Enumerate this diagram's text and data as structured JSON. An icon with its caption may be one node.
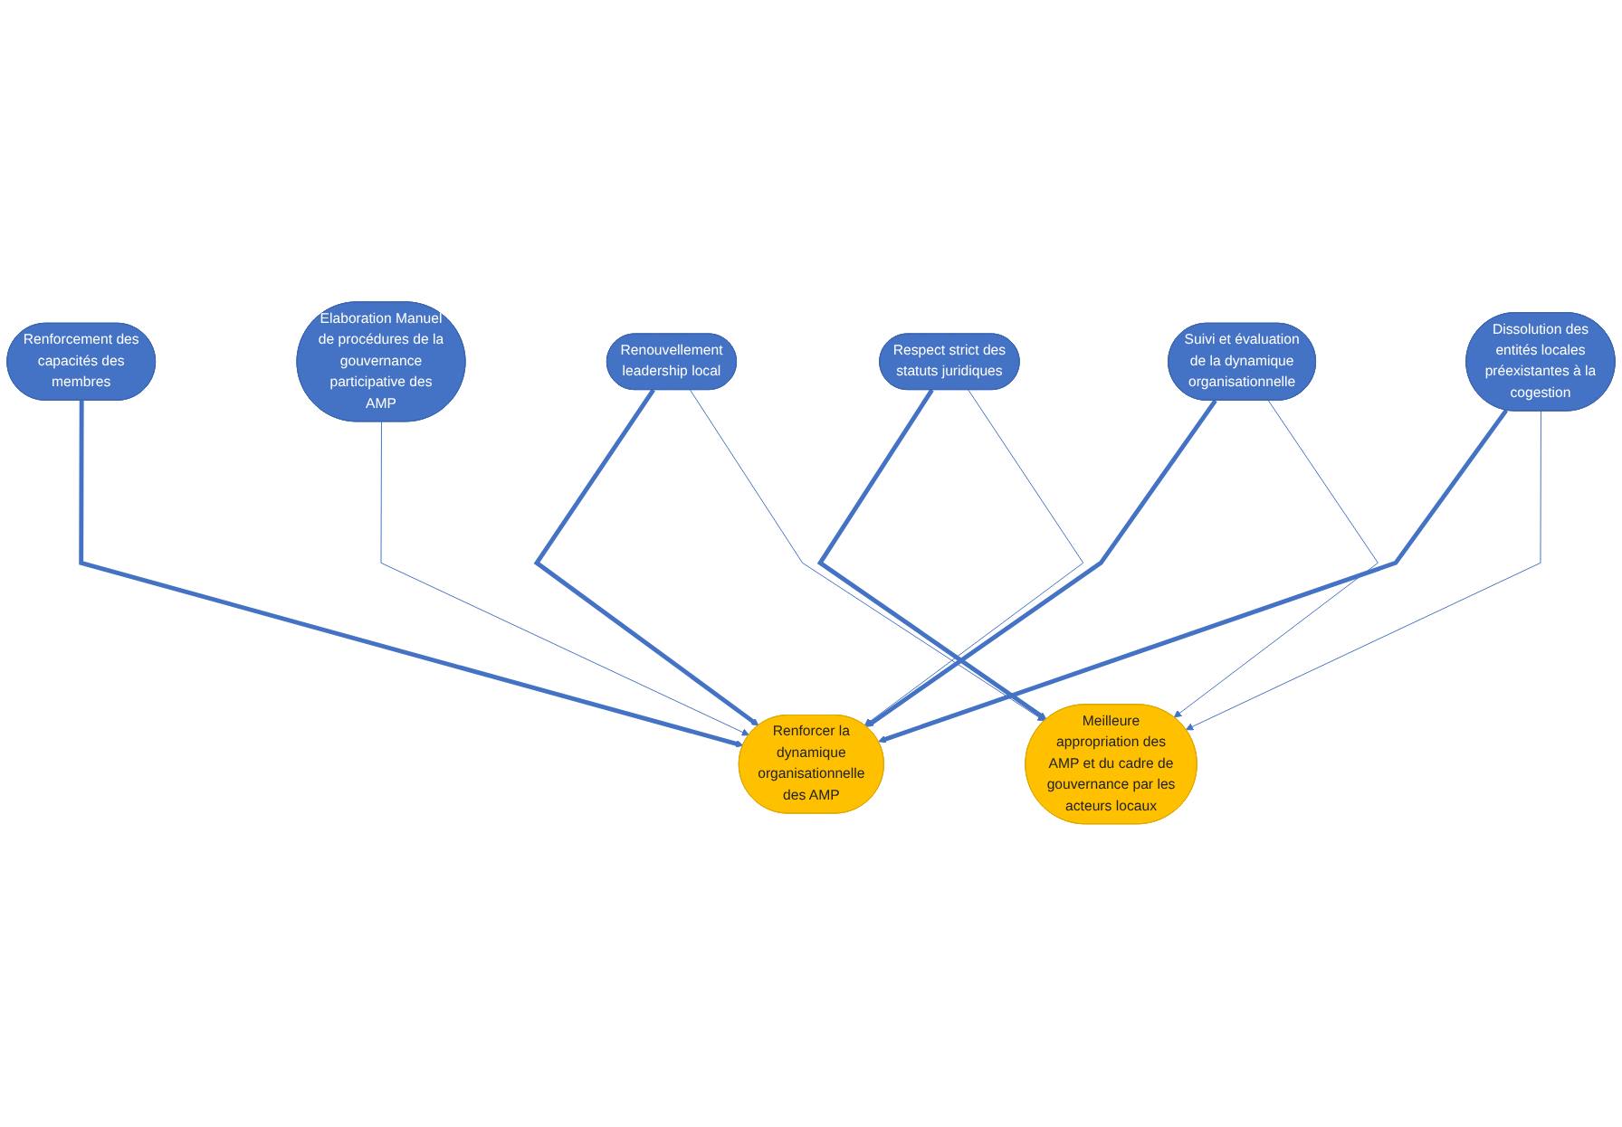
{
  "diagram": {
    "nodes": [
      {
        "text": [
          "Renforcement des capacités des membres"
        ]
      },
      {
        "text": [
          "Renforcer la dynamique organisationnelle des AMP"
        ]
      },
      {
        "text": [
          "Renouvellement leadership local"
        ]
      },
      {
        "text": [
          "Respect strict des statuts juridiques"
        ]
      },
      {
        "text": [
          "Suivi et évaluation de la dynamique organisationnelle"
        ]
      },
      {
        "text": [
          "Meilleure appropriation des AMP et du cadre de gouvernance par les acteurs locaux"
        ]
      },
      {
        "text": [
          "Elaboration Manuel de procédures de la gouvernance participative des AMP"
        ]
      },
      {
        "text": [
          "Dissolution des entités locales préexistantes à la cogestion"
        ]
      }
    ],
    "edges": [
      {
        "from": 0,
        "to": 1,
        "arrow": "to",
        "style": "thick"
      },
      {
        "from": 2,
        "to": 1,
        "arrow": "to",
        "style": "thick"
      },
      {
        "from": 2,
        "to": 5,
        "arrow": "to"
      },
      {
        "from": 3,
        "to": 5,
        "arrow": "to",
        "style": "thick"
      },
      {
        "from": 3,
        "to": 1,
        "arrow": "to"
      },
      {
        "from": 6,
        "to": 1,
        "arrow": "to"
      },
      {
        "from": 4,
        "to": 1,
        "arrow": "to",
        "style": "thick"
      },
      {
        "from": 4,
        "to": 5,
        "arrow": "to"
      },
      {
        "from": 7,
        "to": 1,
        "arrow": "to",
        "style": "thick"
      },
      {
        "from": 7,
        "to": 5,
        "arrow": "to"
      }
    ]
  }
}
